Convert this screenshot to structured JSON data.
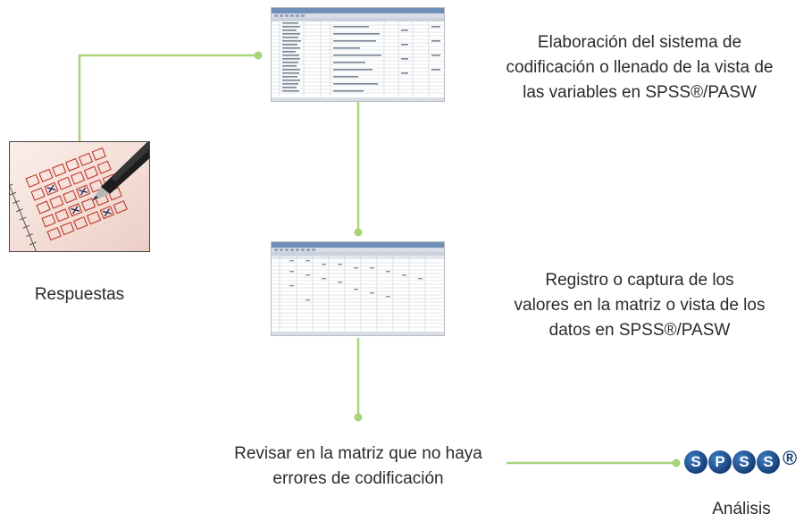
{
  "steps": {
    "codificacion": "Elaboración del sistema de\ncodificación o llenado de la vista de\nlas variables en SPSS®/PASW",
    "registro": "Registro o captura de los\nvalores en la matriz o vista de los\ndatos en SPSS®/PASW",
    "revisar": "Revisar en la matriz que no haya\nerrores de codificación",
    "respuestas": "Respuestas",
    "analisis": "Análisis"
  },
  "logo": {
    "letters": [
      "S",
      "P",
      "S",
      "S"
    ],
    "registered": "®"
  },
  "colors": {
    "connector": "#a8d47a",
    "logo_blue": "#1c4d8c",
    "text": "#2b2b2b"
  },
  "icons": [
    "variable-view-thumbnail",
    "data-view-thumbnail",
    "answer-sheet-photo",
    "spss-logo"
  ]
}
